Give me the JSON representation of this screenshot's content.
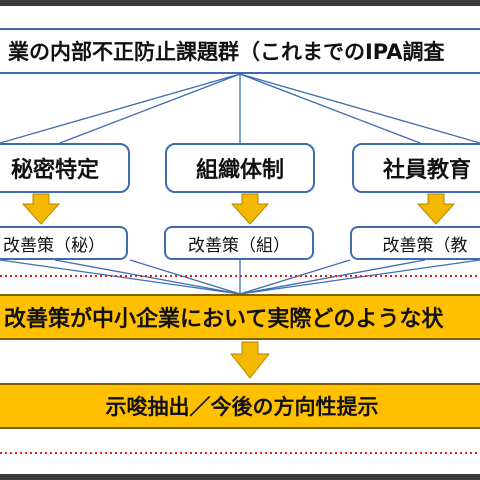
{
  "top": {
    "label": "業の内部不正防止課題群（これまでのIPA調査"
  },
  "categories": [
    {
      "name": "秘密特定",
      "improvement": "改善策（秘）"
    },
    {
      "name": "組織体制",
      "improvement": "改善策（組）"
    },
    {
      "name": "社員教育",
      "improvement": "改善策（教"
    }
  ],
  "question": {
    "label": "改善策が中小企業において実際どのような状"
  },
  "result": {
    "label": "示唆抽出／今後の方向性提示"
  },
  "colors": {
    "box_border": "#3d6db0",
    "bar_fill": "#ffc000",
    "arrow_fill": "#f5b800",
    "separator": "#e02020",
    "line": "#3d6db0"
  }
}
